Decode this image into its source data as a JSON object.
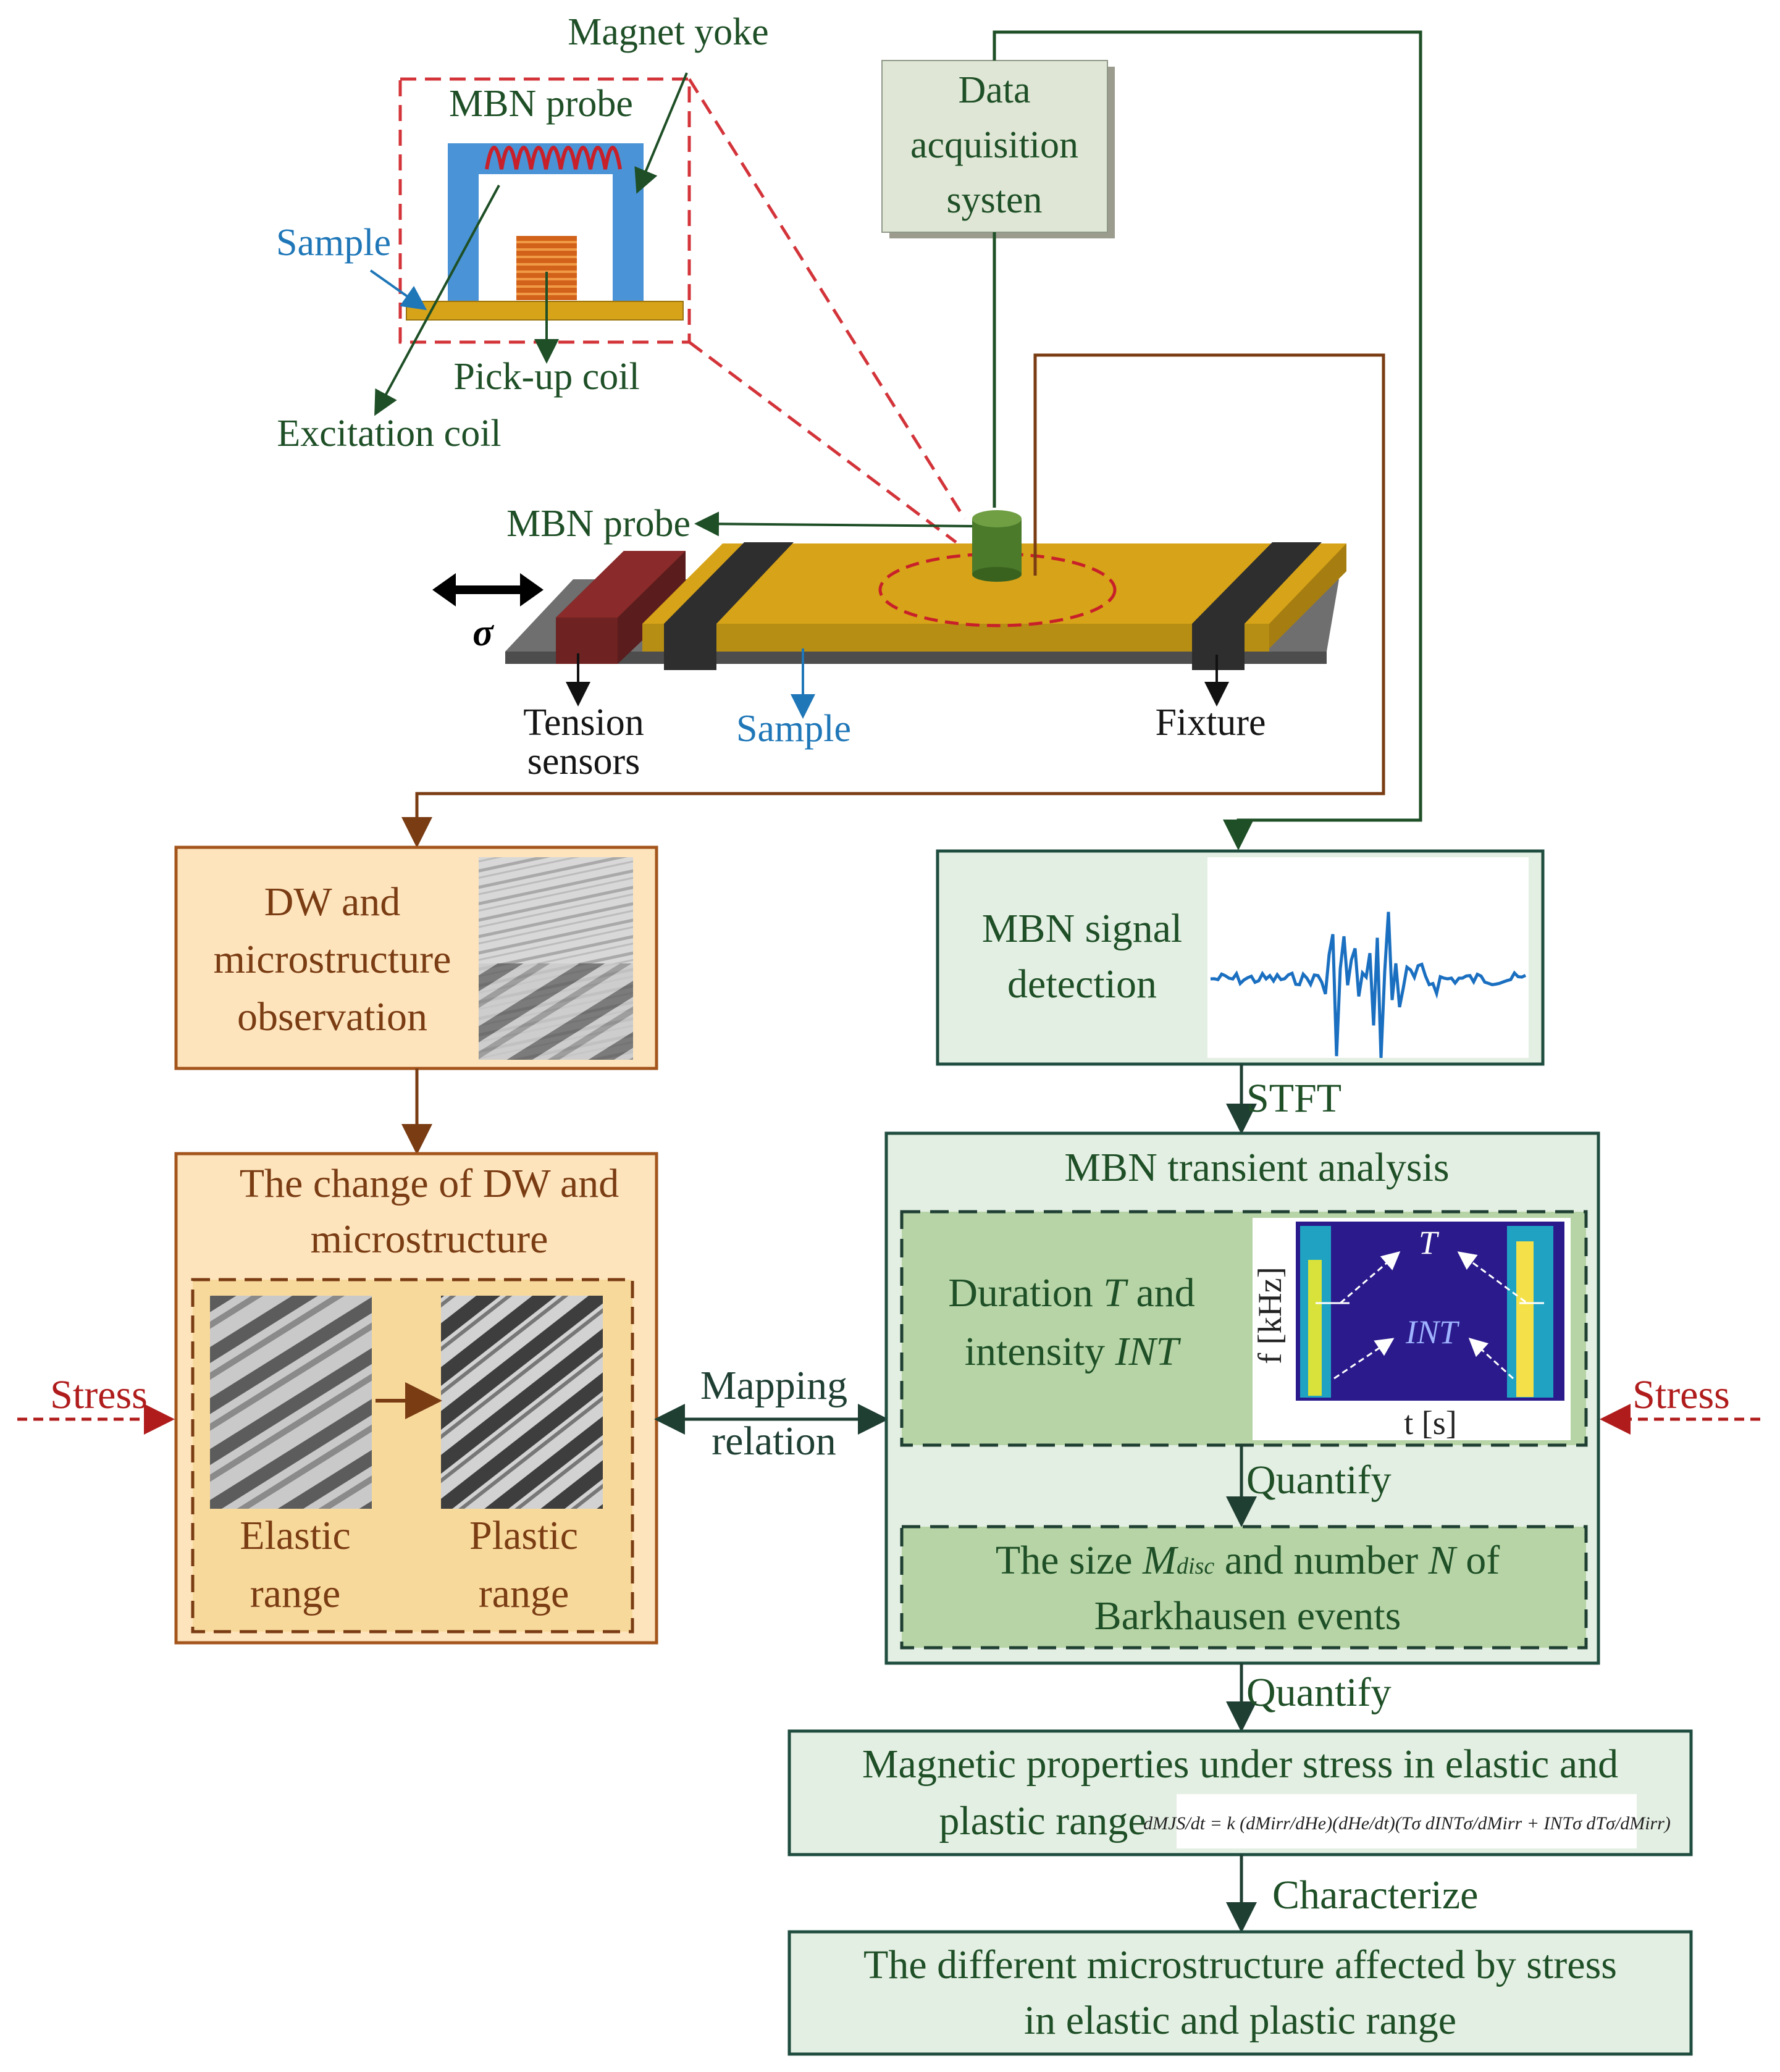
{
  "probe_detail": {
    "magnet_yoke": "Magnet yoke",
    "mbn_probe": "MBN probe",
    "sample": "Sample",
    "pickup_coil": "Pick-up coil",
    "excitation_coil": "Excitation coil"
  },
  "das": {
    "line1": "Data",
    "line2": "acquisition",
    "line3": "systen"
  },
  "rig": {
    "mbn_probe": "MBN probe",
    "sigma": "σ",
    "tension_line1": "Tension",
    "tension_line2": "sensors",
    "sample": "Sample",
    "fixture": "Fixture"
  },
  "left": {
    "observation": {
      "line1": "DW and",
      "line2": "microstructure",
      "line3": "observation"
    },
    "change": {
      "line1": "The change of DW and",
      "line2": "microstructure"
    },
    "elastic": {
      "line1": "Elastic",
      "line2": "range"
    },
    "plastic": {
      "line1": "Plastic",
      "line2": "range"
    }
  },
  "mapping": {
    "line1": "Mapping",
    "line2": "relation"
  },
  "stress_left": "Stress",
  "stress_right": "Stress",
  "right": {
    "signal": {
      "line1": "MBN signal",
      "line2": "detection"
    },
    "stft": "STFT",
    "transient_title": "MBN transient analysis",
    "duration": {
      "a": "Duration ",
      "b": "T",
      "c": " and",
      "d": "intensity ",
      "e": "INT"
    },
    "spec": {
      "T": "T",
      "INT": "INT",
      "ylabel": "f [kHz]",
      "xlabel": "t [s]"
    },
    "quantify1": "Quantify",
    "size": {
      "a": "The size ",
      "b": "M",
      "sub": "disc",
      "c": " and number ",
      "d": "N",
      "e": " of",
      "line2": "Barkhausen events"
    },
    "quantify2": "Quantify",
    "magnetic": {
      "line1": "Magnetic properties under stress in elastic and",
      "line2": "plastic range"
    },
    "equation": "dMJS/dt = k (dMirr/dHe)(dHe/dt)(Tσ dINTσ/dMirr + INTσ dTσ/dMirr)",
    "characterize": "Characterize",
    "final": {
      "line1": "The different microstructure affected by stress",
      "line2": "in elastic and plastic range"
    }
  },
  "colors": {
    "brown": "#7a3c13",
    "dark_green": "#1e4f26",
    "teal_border": "#1f4d3f",
    "blue_label": "#1f77b8",
    "stress_red": "#b01c1c",
    "gold": "#d7a318",
    "orange_fill": "#fde4bd"
  }
}
